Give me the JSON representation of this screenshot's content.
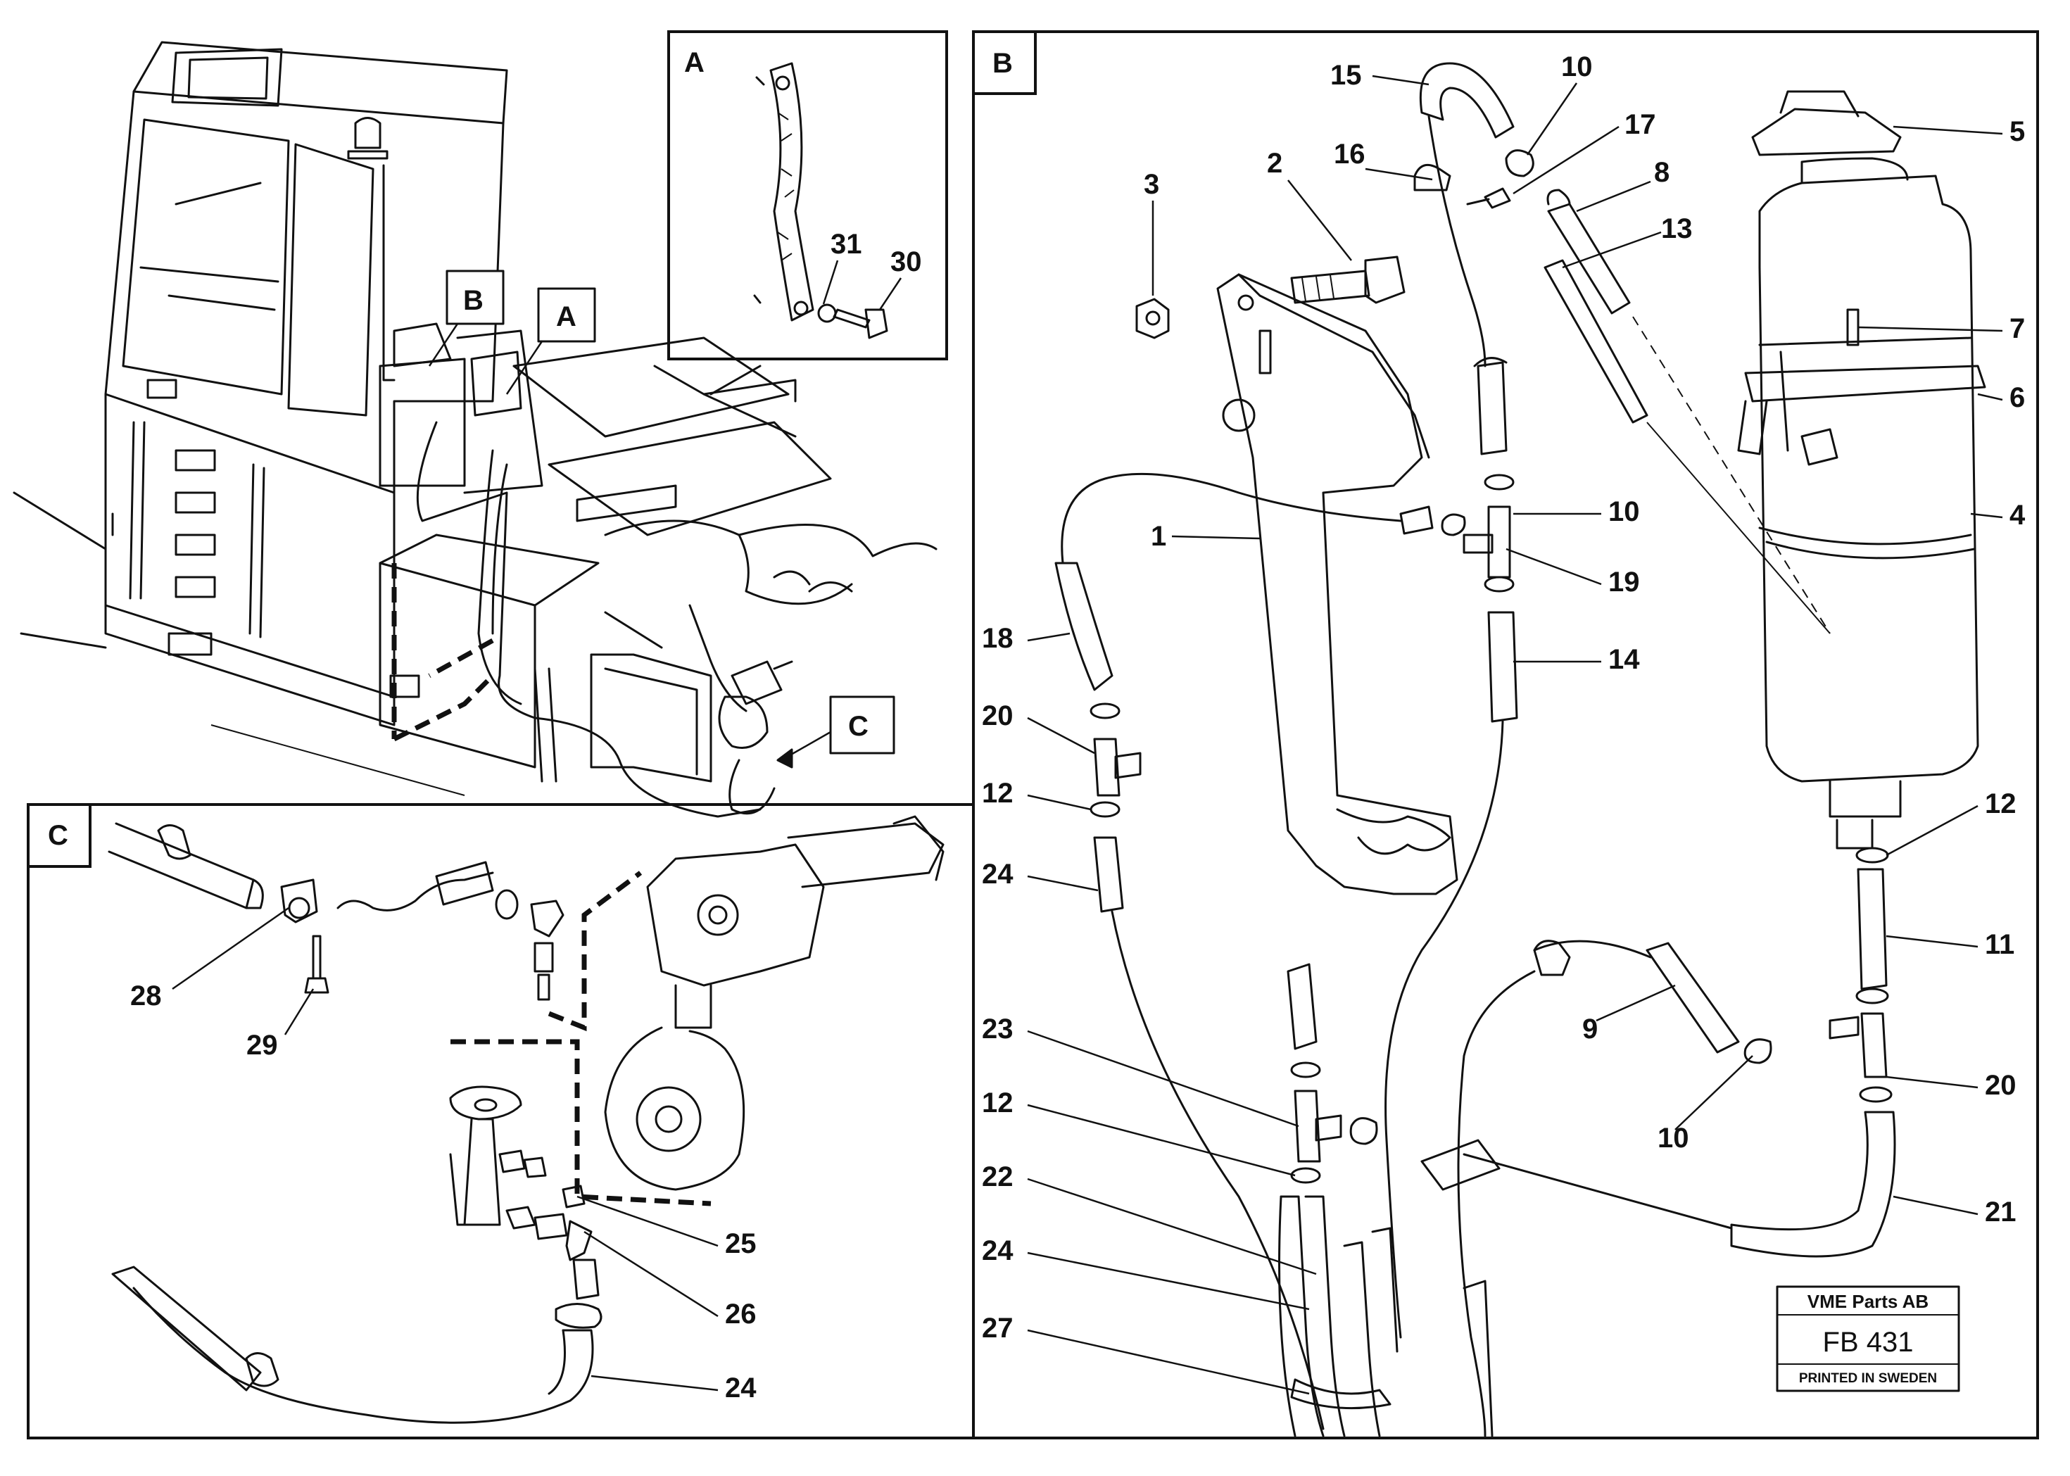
{
  "panels": {
    "A": {
      "label": "A"
    },
    "B": {
      "label": "B"
    },
    "C": {
      "label": "C"
    }
  },
  "overview_tags": {
    "A": "A",
    "B": "B",
    "C": "C"
  },
  "callouts": {
    "c1": "1",
    "c2": "2",
    "c3": "3",
    "c4": "4",
    "c5": "5",
    "c6": "6",
    "c7": "7",
    "c8": "8",
    "c9": "9",
    "c10a": "10",
    "c10b": "10",
    "c10c": "10",
    "c11": "11",
    "c12a": "12",
    "c12b": "12",
    "c12c": "12",
    "c13": "13",
    "c14": "14",
    "c15": "15",
    "c16": "16",
    "c17": "17",
    "c18": "18",
    "c19": "19",
    "c20a": "20",
    "c20b": "20",
    "c21": "21",
    "c22": "22",
    "c23": "23",
    "c24a": "24",
    "c24b": "24",
    "c24c": "24",
    "c25": "25",
    "c26": "26",
    "c27": "27",
    "c28": "28",
    "c29": "29",
    "c30": "30",
    "c31": "31"
  },
  "stamp": {
    "company": "VME Parts AB",
    "code": "FB 431",
    "printed": "PRINTED IN SWEDEN"
  }
}
